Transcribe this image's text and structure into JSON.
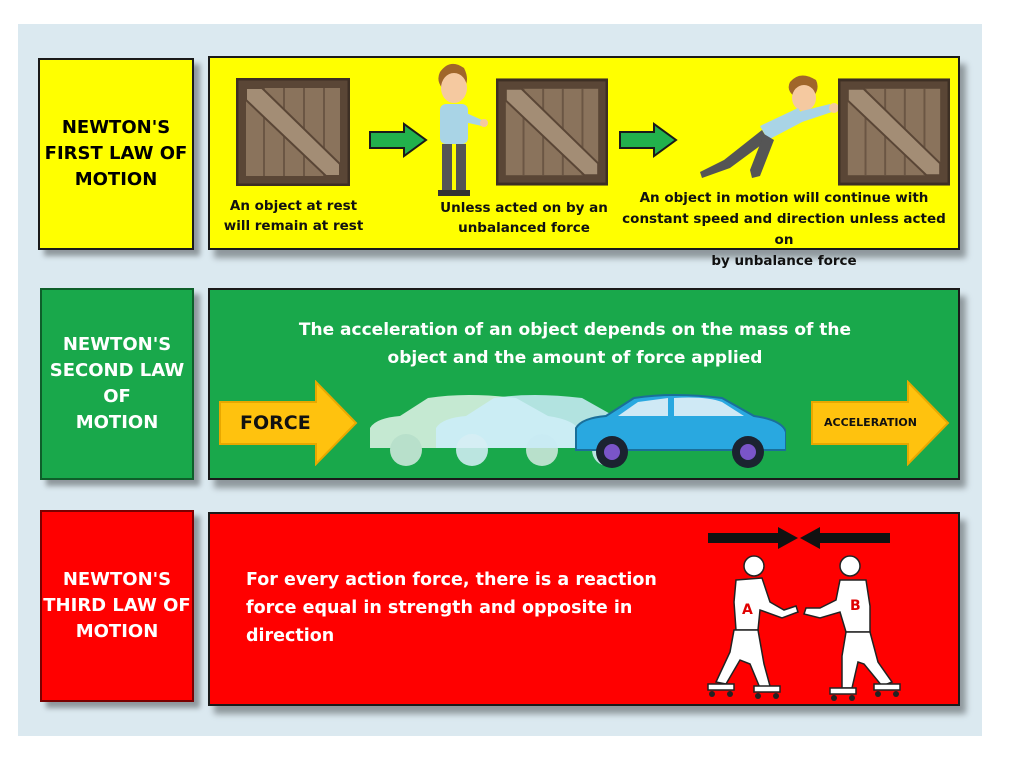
{
  "laws": {
    "first": {
      "title": "NEWTON'S\nFIRST LAW OF\nMOTION",
      "caption_rest": "An object at rest\nwill remain at rest",
      "caption_unless": "Unless acted on by an\nunbalanced force",
      "caption_motion": "An object in motion will continue with\nconstant speed and direction unless acted on\nby unbalance force"
    },
    "second": {
      "title": "NEWTON'S\nSECOND LAW\nOF\nMOTION",
      "statement": "The acceleration of an object depends on the mass of the\nobject and the amount of force applied",
      "force_label": "FORCE",
      "acceleration_label": "ACCELERATION"
    },
    "third": {
      "title": "NEWTON'S\nTHIRD LAW OF\nMOTION",
      "statement": "For every action force, there is a reaction\nforce equal in strength and opposite in\ndirection",
      "shirt_letter_left": "A",
      "shirt_letter_right": "B"
    }
  },
  "colors": {
    "yellow": "#ffff00",
    "green": "#19a84b",
    "red": "#ff0000",
    "arrow_green": "#22b14c",
    "arrow_orange": "#ffc20e",
    "background": "#dbe9f0"
  },
  "icons": [
    "crate-icon",
    "right-arrow-icon",
    "standing-man-icon",
    "pushing-man-icon",
    "car-icon",
    "skaters-icon",
    "opposing-arrows-icon"
  ]
}
